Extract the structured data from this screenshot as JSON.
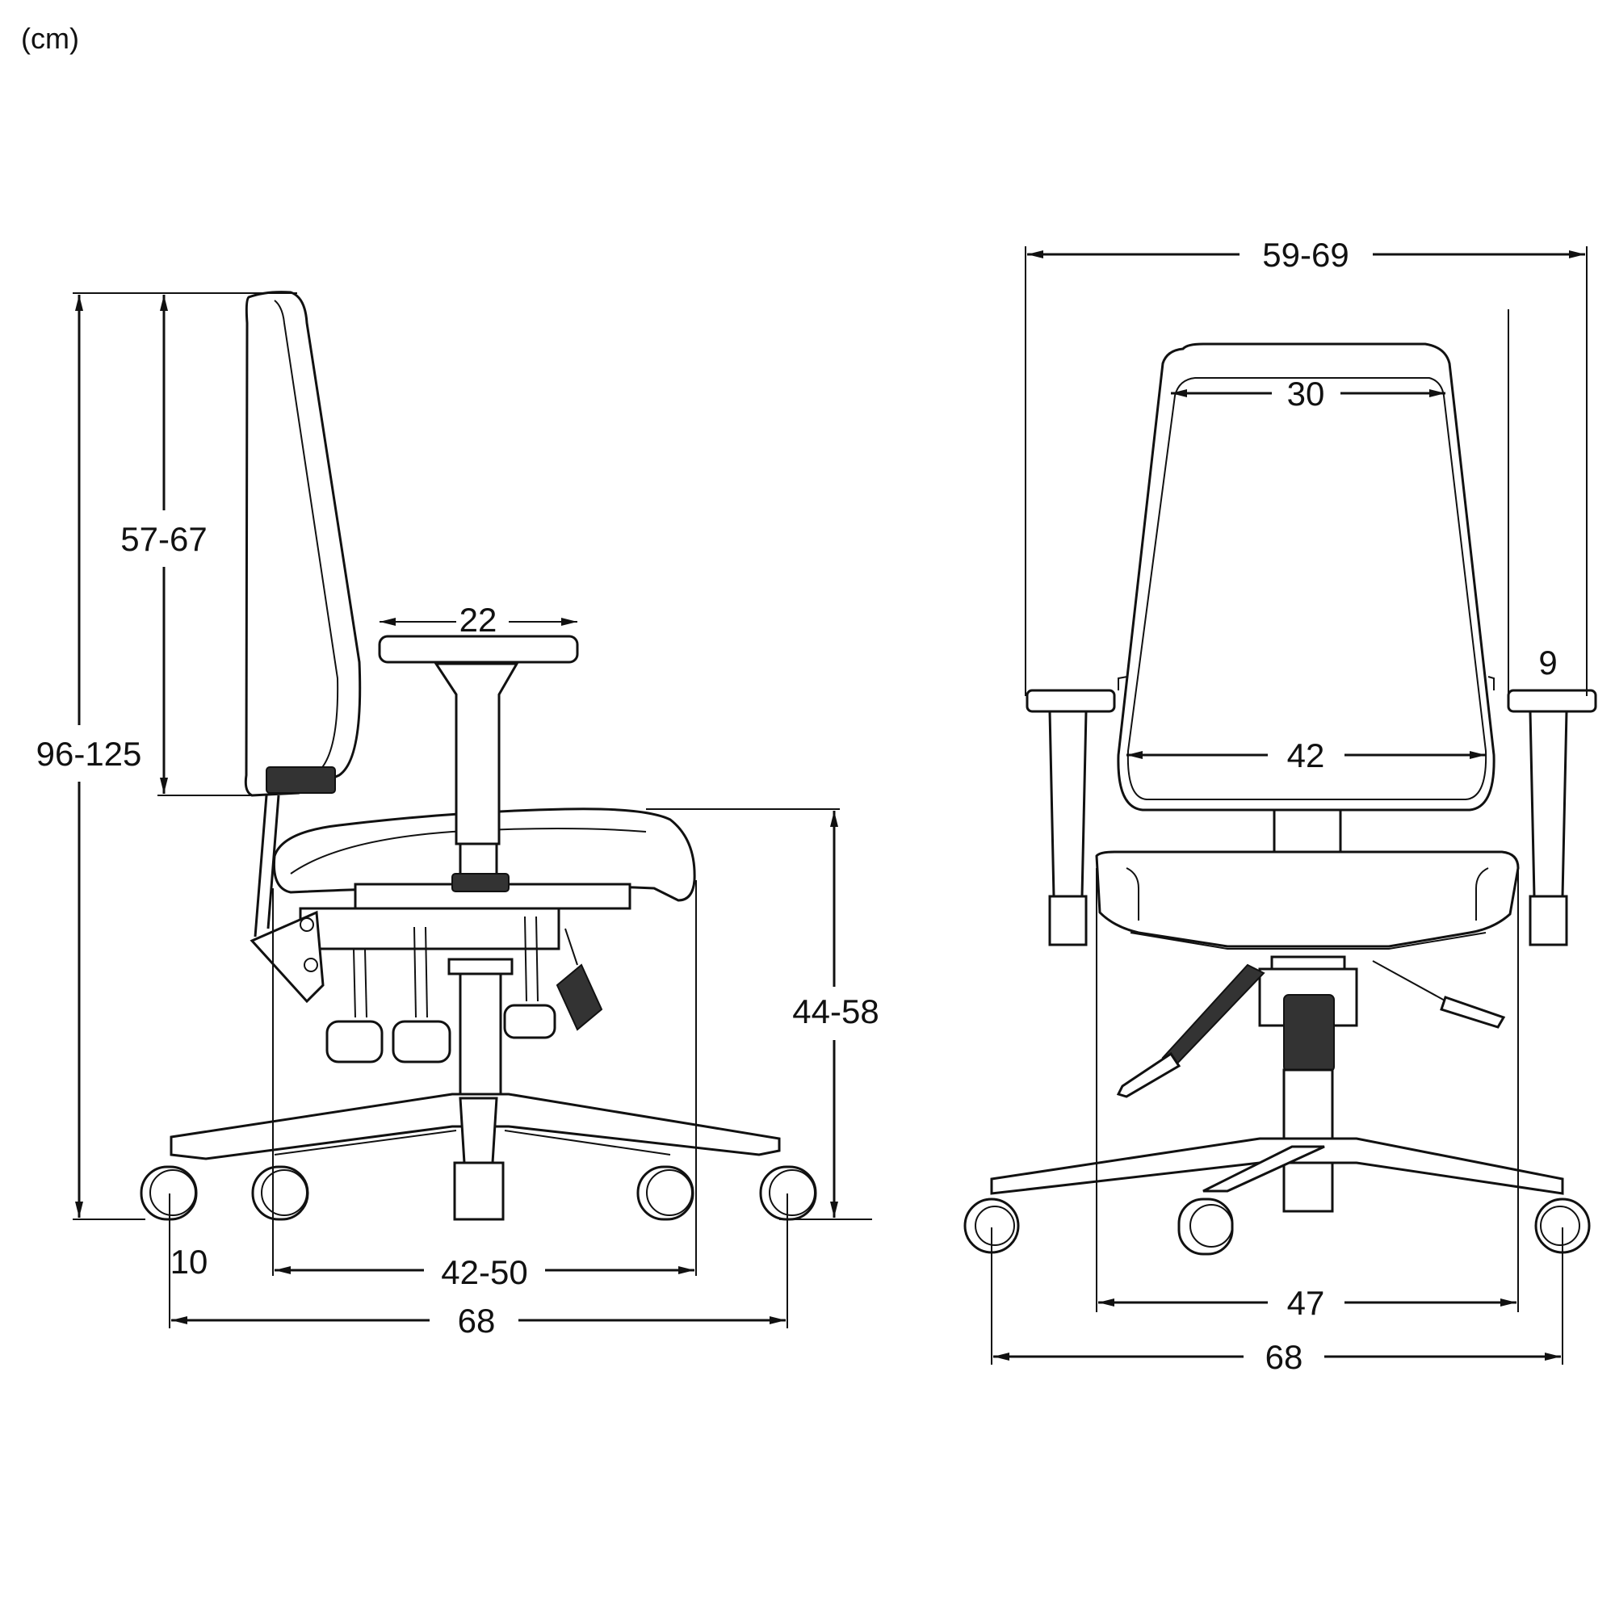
{
  "unit_label": "(cm)",
  "side_view": {
    "overall_height": "96-125",
    "backrest_height": "57-67",
    "armrest_length": "22",
    "seat_height": "44-58",
    "seat_depth": "42-50",
    "base_depth": "68",
    "base_offset": "10"
  },
  "front_view": {
    "overall_width": "59-69",
    "backrest_top_width": "30",
    "backrest_width": "42",
    "armrest_width": "9",
    "seat_width": "47",
    "base_width": "68"
  }
}
